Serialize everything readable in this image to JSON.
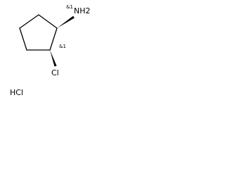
{
  "molecule": {
    "atoms": {
      "amine": "NH2",
      "chlorine": "Cl"
    },
    "stereo_labels": {
      "c1": "&1",
      "c2": "&1"
    },
    "salt": "HCl",
    "bond_color": "#000000"
  }
}
